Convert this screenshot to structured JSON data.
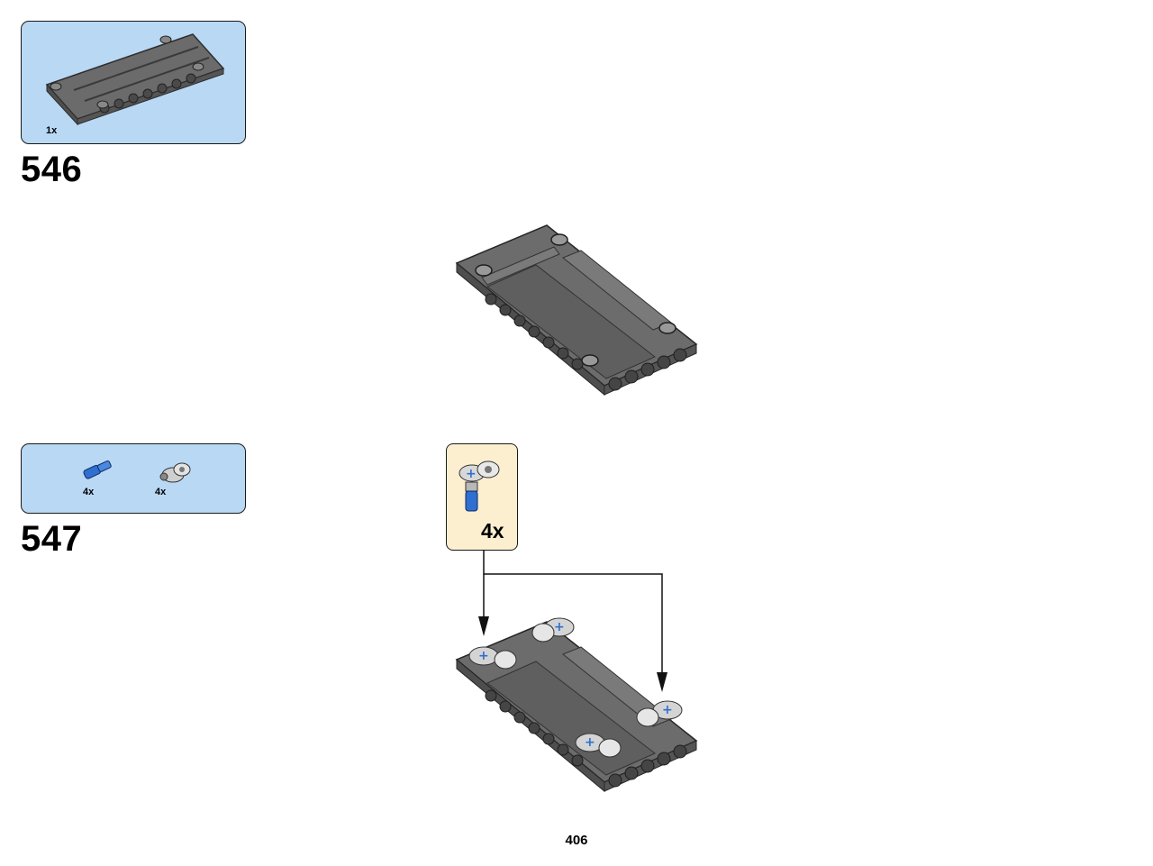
{
  "steps": [
    {
      "number": "546",
      "parts": [
        {
          "name": "panel-frame",
          "qty": "1x"
        }
      ]
    },
    {
      "number": "547",
      "parts": [
        {
          "name": "blue-axle-pin",
          "qty": "4x"
        },
        {
          "name": "grey-axle-pin-connector",
          "qty": "4x"
        }
      ],
      "callout": {
        "qty": "4x"
      }
    }
  ],
  "page": {
    "number": "406"
  },
  "colors": {
    "parts_bg": "#b9d8f4",
    "callout_bg": "#fcefd0",
    "frame_grey": "#6f6f6f",
    "connector_light": "#d8d8d8",
    "pin_blue": "#2f6fd0"
  }
}
